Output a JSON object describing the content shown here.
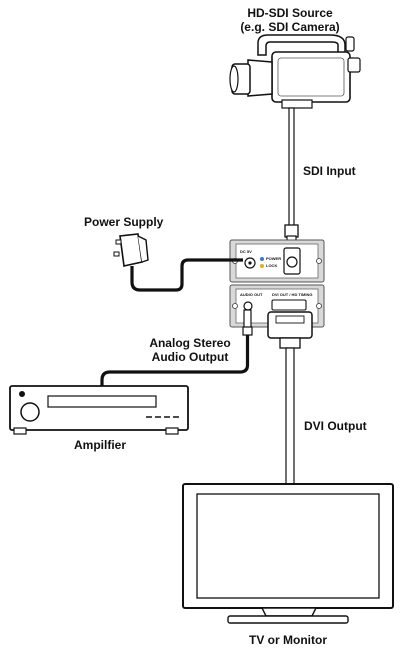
{
  "labels": {
    "source_line1": "HD-SDI Source",
    "source_line2": "(e.g. SDI Camera)",
    "sdi_input": "SDI Input",
    "power_supply": "Power Supply",
    "audio_line1": "Analog Stereo",
    "audio_line2": "Audio Output",
    "dvi_output": "DVI Output",
    "amplifier": "Ampilfier",
    "tv_monitor": "TV or Monitor"
  },
  "device": {
    "dc_label": "DC 5V",
    "power_led": "POWER",
    "lock_led": "LOCK",
    "audio_out": "AUDIO OUT",
    "dvi_out": "DVI OUT / HD TIMING"
  },
  "colors": {
    "cable": "#111111",
    "device_body": "#d9d9d9",
    "power_led": "#3a78c8",
    "lock_led": "#e0b020"
  }
}
